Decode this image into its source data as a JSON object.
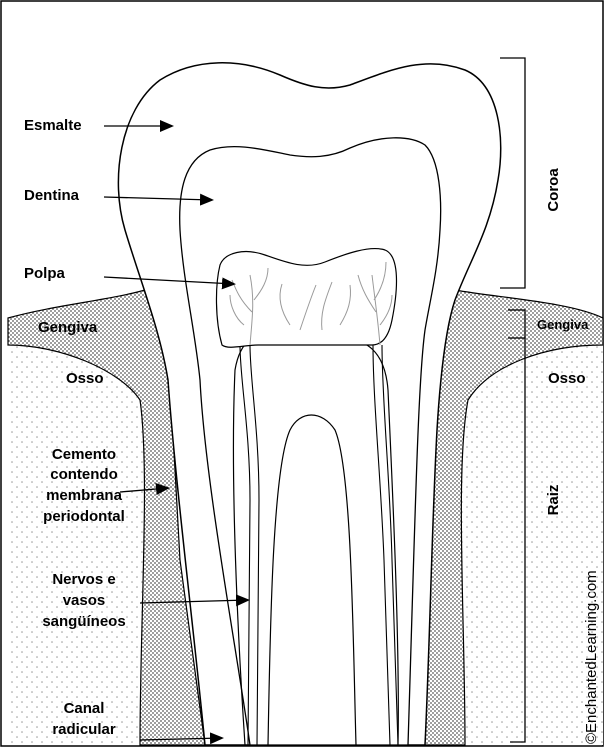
{
  "labels": {
    "esmalte": "Esmalte",
    "dentina": "Dentina",
    "polpa": "Polpa",
    "gengiva_left": "Gengiva",
    "osso_left": "Osso",
    "cemento": [
      "Cemento",
      "contendo",
      "membrana",
      "periodontal"
    ],
    "nervos": [
      "Nervos e",
      "vasos",
      "sangüíneos"
    ],
    "canal": [
      "Canal",
      "radicular"
    ],
    "coroa": "Coroa",
    "gengiva_right": "Gengiva",
    "osso_right": "Osso",
    "raiz": "Raiz"
  },
  "watermark": "©EnchantedLearning.com",
  "colors": {
    "line": "#000000",
    "gum_dots": "#555555",
    "bone_dots": "#9a9a9a",
    "pulp_lines": "#9a9a9a"
  }
}
